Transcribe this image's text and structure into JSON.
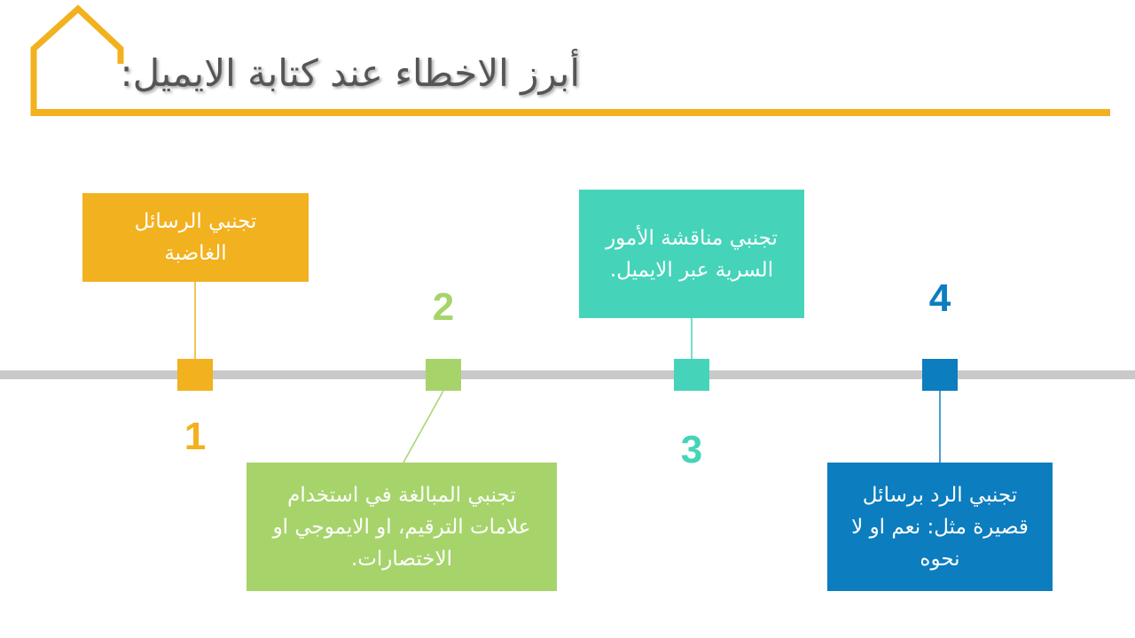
{
  "title": "أبرز الاخطاء عند كتابة الايميل:",
  "colors": {
    "orange": "#F2B11E",
    "green": "#A6D46B",
    "teal": "#45D4B9",
    "blue": "#0C7DBF",
    "bar": "#C9C9C9"
  },
  "steps": [
    {
      "number": "1",
      "text": "تجنبي الرسائل الغاضبة"
    },
    {
      "number": "2",
      "text": "تجنبي المبالغة في استخدام علامات الترقيم، او الايموجي او الاختصارات."
    },
    {
      "number": "3",
      "text": "تجنبي مناقشة الأمور السرية عبر الايميل."
    },
    {
      "number": "4",
      "text": "تجنبي الرد برسائل قصيرة مثل: نعم  او لا نحوه"
    }
  ]
}
